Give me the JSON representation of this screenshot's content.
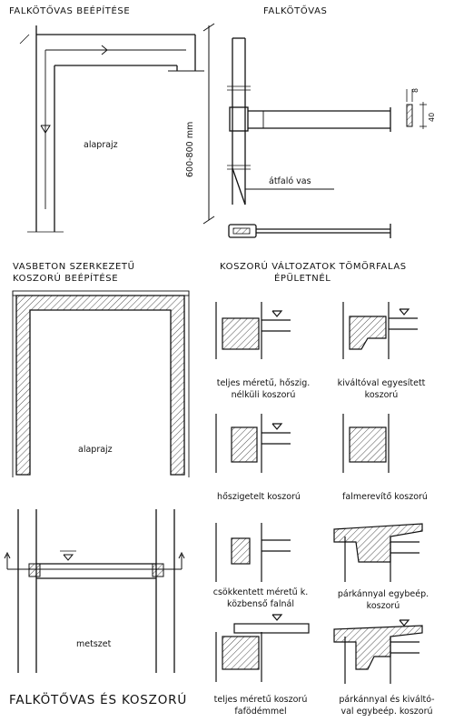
{
  "titles": {
    "install_anchor": "FALKÖTŐVAS BEÉPÍTÉSE",
    "anchor": "FALKÖTŐVAS",
    "rc_ringbeam_line1": "VASBETON SZERKEZETŰ",
    "rc_ringbeam_line2": "KOSZORÚ BEÉPÍTÉSE",
    "variants_line1": "KOSZORÚ VÁLTOZATOK TÖMÖRFALAS",
    "variants_line2": "ÉPÜLETNÉL",
    "main": "FALKÖTŐVAS ÉS KOSZORÚ"
  },
  "labels": {
    "floor_plan_top": "alaprajz",
    "dimension": "600-800 mm",
    "through_bar": "átfaló vas",
    "dim_small_1": "8",
    "dim_small_2": "40",
    "floor_plan_mid": "alaprajz",
    "section": "metszet"
  },
  "variants": [
    {
      "line1": "teljes méretű, hőszig.",
      "line2": "nélküli koszorú"
    },
    {
      "line1": "kiváltóval egyesített",
      "line2": "koszorú"
    },
    {
      "line1": "hőszigetelt koszorú",
      "line2": ""
    },
    {
      "line1": "falmerevítő koszorú",
      "line2": ""
    },
    {
      "line1": "csökkentett méretű k.",
      "line2": "közbenső falnál"
    },
    {
      "line1": "párkánnyal egybeép.",
      "line2": "koszorú"
    },
    {
      "line1": "teljes méretű koszorú",
      "line2": "fafödémmel"
    },
    {
      "line1": "párkánnyal és kiváltó-",
      "line2": "val egybeép. koszorú"
    }
  ]
}
